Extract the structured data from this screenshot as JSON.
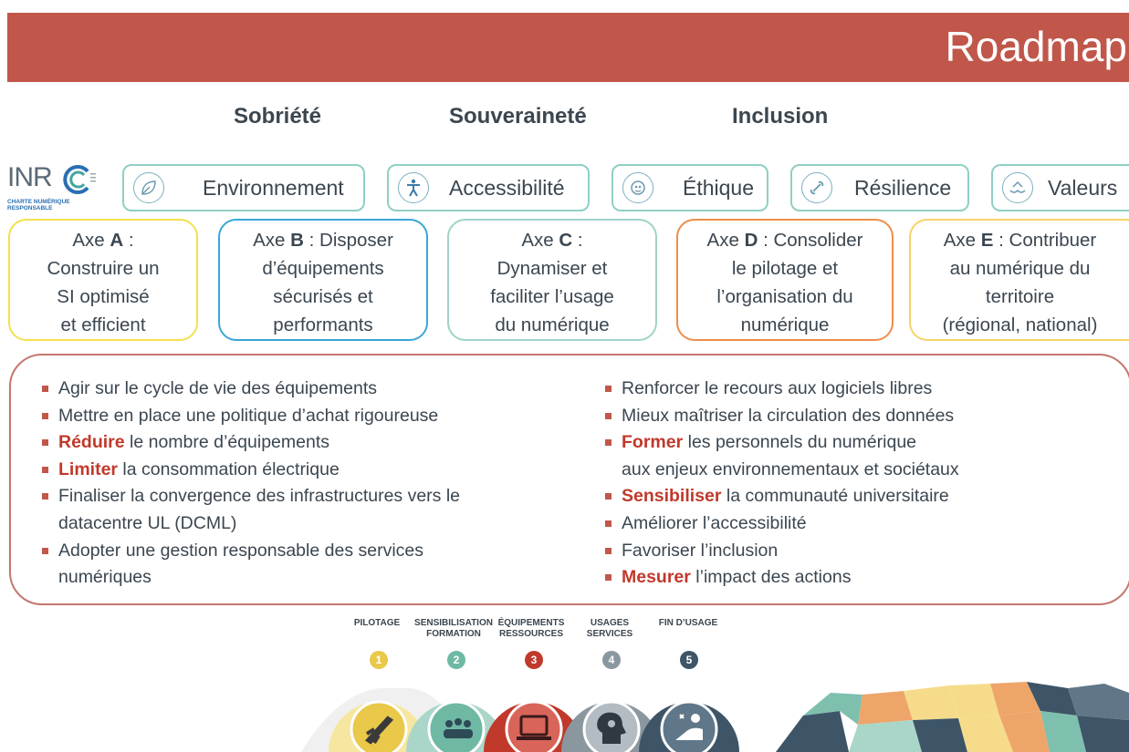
{
  "header": {
    "title": "Roadmap"
  },
  "pillars": [
    "Sobriété",
    "Souveraineté",
    "Inclusion"
  ],
  "logo": {
    "letters": "INR",
    "subtitle_line1": "CHARTE NUMÉRIQUE",
    "subtitle_line2": "RESPONSABLE"
  },
  "themes": [
    {
      "label": "Environnement",
      "icon": "leaf-icon"
    },
    {
      "label": "Accessibilité",
      "icon": "accessibility-icon"
    },
    {
      "label": "Éthique",
      "icon": "ethics-icon"
    },
    {
      "label": "Résilience",
      "icon": "link-icon"
    },
    {
      "label": "Valeurs",
      "icon": "hands-icon"
    }
  ],
  "axes": [
    {
      "prefix": "Axe ",
      "letter": "A",
      "line1_rest": " :",
      "lines": [
        "Construire un",
        "SI optimisé",
        "et efficient"
      ],
      "color": "#f4e04d"
    },
    {
      "prefix": "Axe ",
      "letter": "B",
      "line1_rest": " : Disposer",
      "lines": [
        "d’équipements",
        "sécurisés et",
        "performants"
      ],
      "color": "#3aa6d8"
    },
    {
      "prefix": "Axe ",
      "letter": "C",
      "line1_rest": " :",
      "lines": [
        "Dynamiser et",
        "faciliter l’usage",
        "du numérique"
      ],
      "color": "#9fd3c8"
    },
    {
      "prefix": "Axe ",
      "letter": "D",
      "line1_rest": " : Consolider",
      "lines": [
        "le pilotage et",
        "l’organisation du",
        "numérique"
      ],
      "color": "#ee8d4a"
    },
    {
      "prefix": "Axe ",
      "letter": "E",
      "line1_rest": " : Contribuer",
      "lines": [
        "au numérique du",
        "territoire",
        "(régional, national)"
      ],
      "color": "#f6d36a"
    }
  ],
  "actions_left": [
    {
      "highlight": "",
      "text": "Agir sur le cycle de vie des équipements"
    },
    {
      "highlight": "",
      "text": "Mettre en place une politique d’achat rigoureuse"
    },
    {
      "highlight": "Réduire",
      "text": " le nombre d’équipements"
    },
    {
      "highlight": "Limiter",
      "text": " la consommation électrique"
    },
    {
      "highlight": "",
      "text": "Finaliser la convergence des infrastructures vers le",
      "cont": "datacentre UL (DCML)"
    },
    {
      "highlight": "",
      "text": "Adopter une gestion responsable des services",
      "cont": "numériques"
    }
  ],
  "actions_right": [
    {
      "highlight": "",
      "text": "Renforcer le recours aux logiciels libres"
    },
    {
      "highlight": "",
      "text": "Mieux maîtriser la circulation des données"
    },
    {
      "highlight": "Former",
      "text": " les personnels du numérique",
      "cont": "aux enjeux environnementaux et sociétaux"
    },
    {
      "highlight": "Sensibiliser",
      "text": " la communauté universitaire"
    },
    {
      "highlight": "",
      "text": "Améliorer l’accessibilité"
    },
    {
      "highlight": "",
      "text": "Favoriser l’inclusion"
    },
    {
      "highlight": "Mesurer",
      "text": " l’impact des actions"
    }
  ],
  "stages": [
    {
      "num": "1",
      "line1": "",
      "line2": "PILOTAGE",
      "color": "#e9c84a",
      "light": "#f6e6a0",
      "icon": "rocket-icon"
    },
    {
      "num": "2",
      "line1": "SENSIBILISATION",
      "line2": "FORMATION",
      "color": "#6fb8a4",
      "light": "#a9d6c8",
      "icon": "team-icon"
    },
    {
      "num": "3",
      "line1": "ÉQUIPEMENTS",
      "line2": "RESSOURCES",
      "color": "#c0392b",
      "light": "#d9655a",
      "icon": "laptop-icon"
    },
    {
      "num": "4",
      "line1": "USAGES",
      "line2": "SERVICES",
      "color": "#8a979f",
      "light": "#b3bcc2",
      "icon": "head-gear-icon"
    },
    {
      "num": "5",
      "line1": "",
      "line2": "FIN D’USAGE",
      "color": "#3e5567",
      "light": "#5f7788",
      "icon": "nature-icon"
    }
  ]
}
